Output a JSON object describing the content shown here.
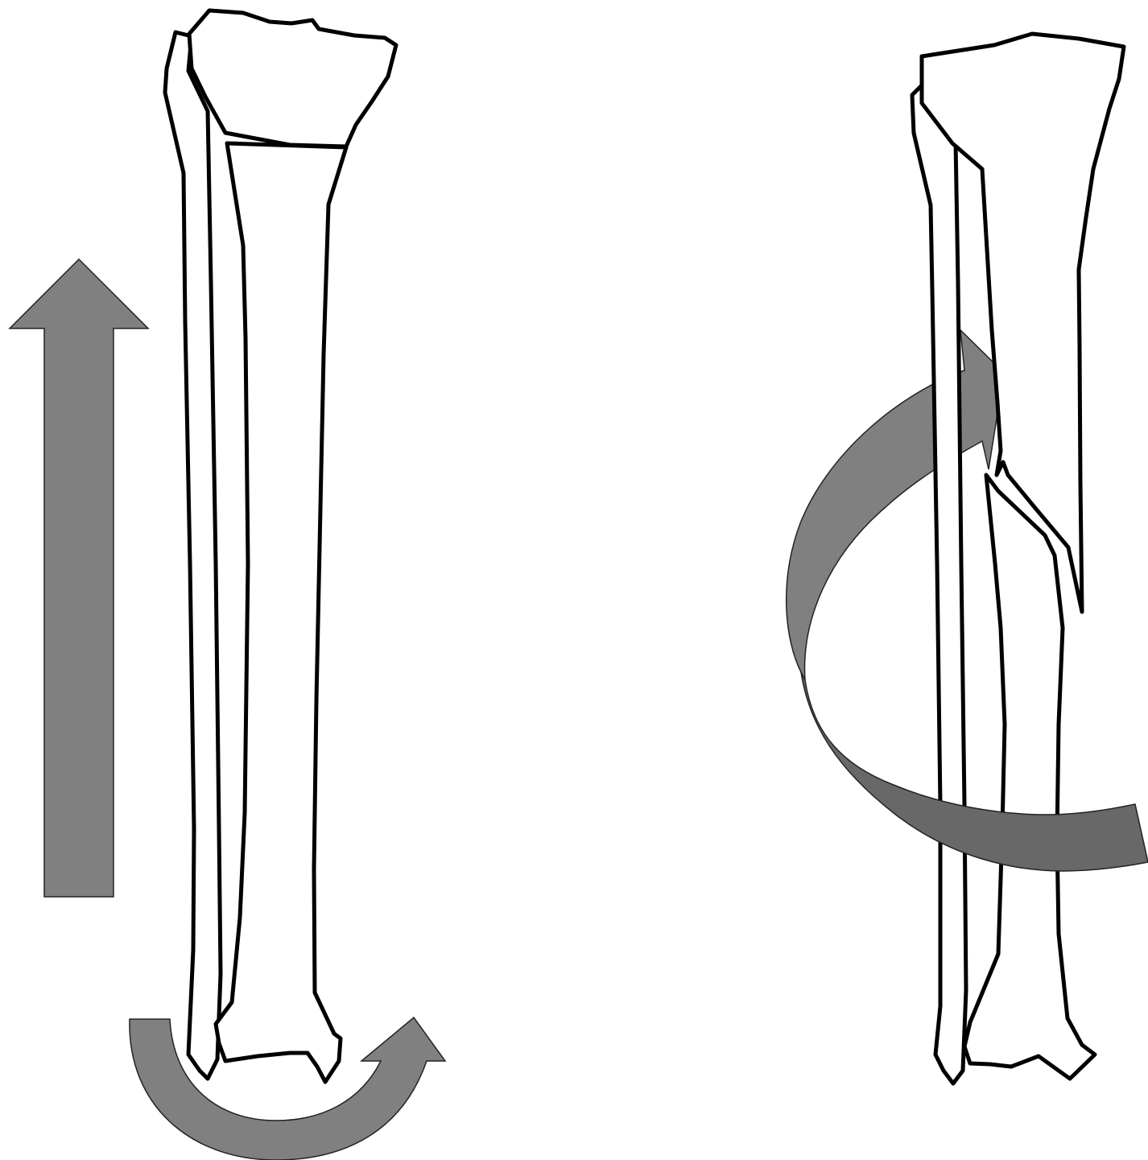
{
  "diagram": {
    "panels": [
      {
        "name": "left-panel",
        "arrows": [
          "axial-load-up-arrow",
          "external-rotation-curved-arrow"
        ]
      },
      {
        "name": "right-panel",
        "arrows": [
          "torsion-spiral-arrow"
        ]
      }
    ],
    "colors": {
      "background": "#ffffff",
      "bone_fill": "#ffffff",
      "bone_outline": "#000000",
      "arrow_fill": "#808080",
      "arrow_fill_dark": "#686868"
    }
  }
}
